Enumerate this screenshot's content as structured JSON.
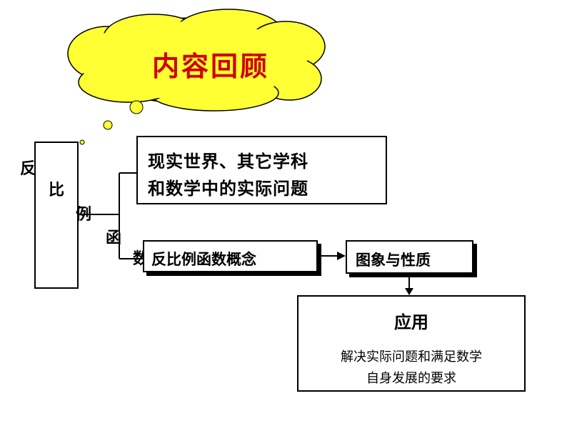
{
  "cloud": {
    "title": "内容回顾",
    "color": "#ffff33",
    "title_color": "#cc0000"
  },
  "left_column": {
    "chars": [
      "反",
      "比",
      "例",
      "函",
      "数"
    ]
  },
  "boxes": {
    "real_world": {
      "line1": "现实世界、其它学科",
      "line2": "和数学中的实际问题"
    },
    "concept": {
      "label": "反比例函数概念"
    },
    "image_property": {
      "label": "图象与性质"
    },
    "application": {
      "title": "应用",
      "line1": "解决实际问题和满足数学",
      "line2": "自身发展的要求"
    }
  }
}
